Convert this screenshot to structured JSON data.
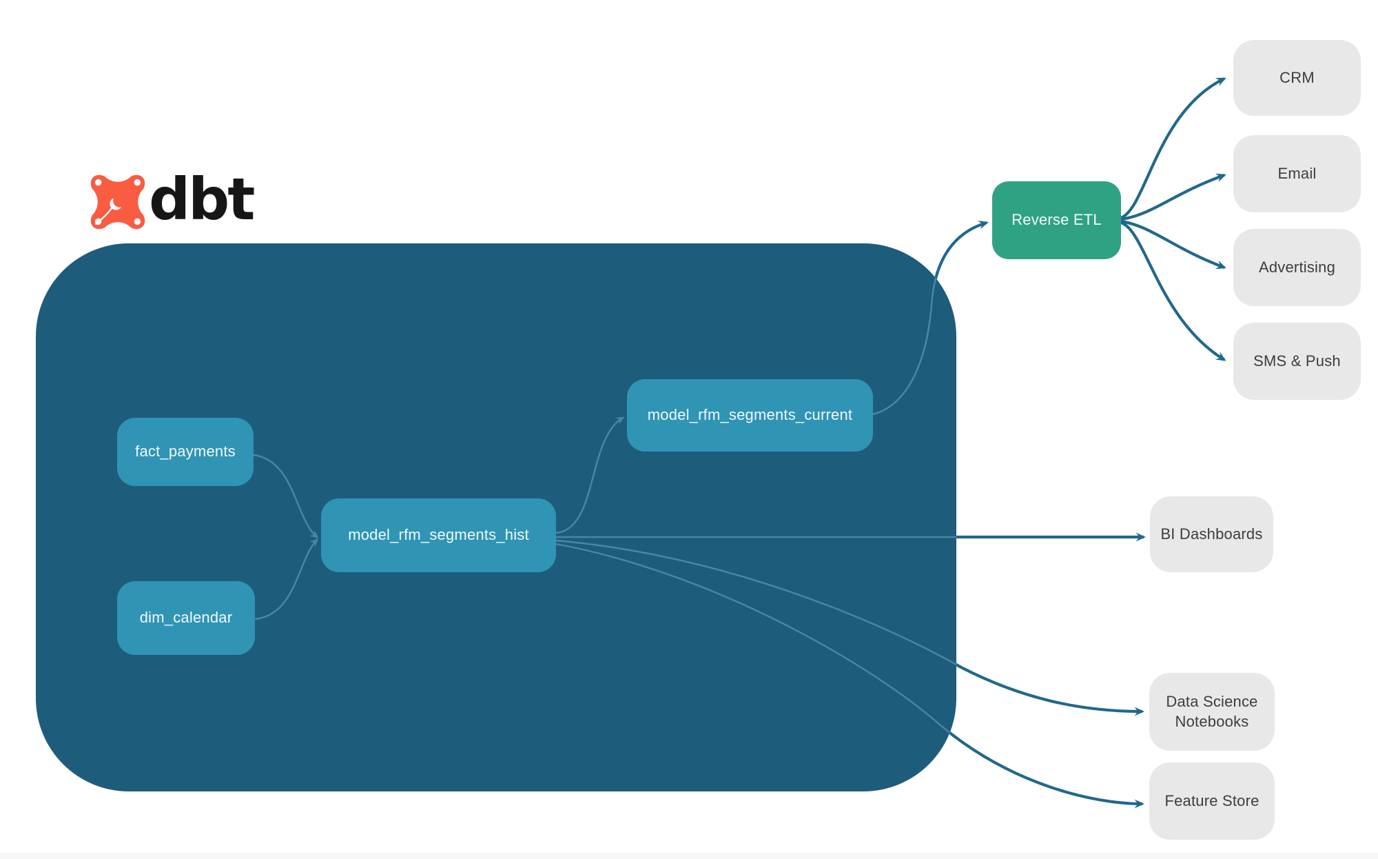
{
  "logo": {
    "brand": "dbt",
    "icon_color": "#f95c41",
    "text_color": "#161616"
  },
  "nodes": {
    "fact_payments": {
      "label": "fact_payments"
    },
    "dim_calendar": {
      "label": "dim_calendar"
    },
    "model_rfm_segments_hist": {
      "label": "model_rfm_segments_hist"
    },
    "model_rfm_segments_current": {
      "label": "model_rfm_segments_current"
    },
    "reverse_etl": {
      "label": "Reverse ETL"
    },
    "crm": {
      "label": "CRM"
    },
    "email": {
      "label": "Email"
    },
    "advertising": {
      "label": "Advertising"
    },
    "sms_push": {
      "label": "SMS & Push"
    },
    "bi_dashboards": {
      "label": "BI Dashboards"
    },
    "data_science_notebooks": {
      "label": "Data Science Notebooks"
    },
    "feature_store": {
      "label": "Feature Store"
    }
  },
  "edges": [
    {
      "from": "fact_payments",
      "to": "model_rfm_segments_hist"
    },
    {
      "from": "dim_calendar",
      "to": "model_rfm_segments_hist"
    },
    {
      "from": "model_rfm_segments_hist",
      "to": "model_rfm_segments_current"
    },
    {
      "from": "model_rfm_segments_current",
      "to": "reverse_etl"
    },
    {
      "from": "reverse_etl",
      "to": "crm"
    },
    {
      "from": "reverse_etl",
      "to": "email"
    },
    {
      "from": "reverse_etl",
      "to": "advertising"
    },
    {
      "from": "reverse_etl",
      "to": "sms_push"
    },
    {
      "from": "model_rfm_segments_hist",
      "to": "bi_dashboards"
    },
    {
      "from": "model_rfm_segments_hist",
      "to": "data_science_notebooks"
    },
    {
      "from": "model_rfm_segments_hist",
      "to": "feature_store"
    }
  ],
  "colors": {
    "container": "#1e5c7c",
    "model_node": "#3094b5",
    "reverse_etl_node": "#2fa283",
    "destination_node": "#e8e8e8",
    "destination_text": "#3d3d3d",
    "edge_outside": "#20688c",
    "edge_inside": "#528fab",
    "logo_orange": "#f95c41"
  }
}
